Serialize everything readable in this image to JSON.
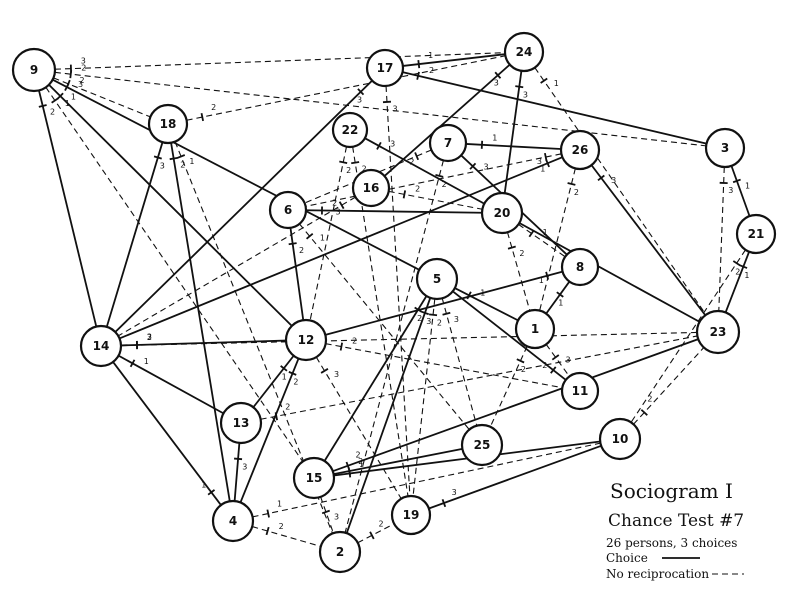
{
  "legend": {
    "title": "Sociogram I",
    "subtitle": "Chance Test #7",
    "line1": "26 persons, 3 choices",
    "line2": "Choice",
    "line3": "No reciprocation"
  },
  "nodes": [
    "1",
    "2",
    "3",
    "4",
    "5",
    "6",
    "7",
    "8",
    "9",
    "10",
    "11",
    "12",
    "13",
    "14",
    "15",
    "16",
    "17",
    "18",
    "19",
    "20",
    "21",
    "22",
    "23",
    "24",
    "25",
    "26"
  ],
  "edges": [
    {
      "from": "9",
      "to": "24",
      "style": "dashed",
      "label": "3"
    },
    {
      "from": "9",
      "to": "18",
      "style": "dashed",
      "label": "2"
    },
    {
      "from": "9",
      "to": "14",
      "style": "solid",
      "label": "2"
    },
    {
      "from": "9",
      "to": "12",
      "style": "solid",
      "label": "1"
    },
    {
      "from": "9",
      "to": "5",
      "style": "solid",
      "label": "3"
    },
    {
      "from": "9",
      "to": "15",
      "style": "dashed",
      "label": "1"
    },
    {
      "from": "9",
      "to": "3",
      "style": "dashed",
      "label": "2"
    },
    {
      "from": "18",
      "to": "24",
      "style": "dashed",
      "label": "2"
    },
    {
      "from": "18",
      "to": "14",
      "style": "solid",
      "label": "3"
    },
    {
      "from": "18",
      "to": "4",
      "style": "solid",
      "label": "2"
    },
    {
      "from": "18",
      "to": "2",
      "style": "dashed",
      "label": "1"
    },
    {
      "from": "17",
      "to": "24",
      "style": "solid",
      "label": "1"
    },
    {
      "from": "17",
      "to": "3",
      "style": "solid",
      "label": "2"
    },
    {
      "from": "17",
      "to": "14",
      "style": "solid",
      "label": "3"
    },
    {
      "from": "17",
      "to": "19",
      "style": "dashed",
      "label": "3"
    },
    {
      "from": "24",
      "to": "16",
      "style": "solid",
      "label": "3"
    },
    {
      "from": "24",
      "to": "20",
      "style": "solid",
      "label": "3"
    },
    {
      "from": "24",
      "to": "23",
      "style": "dashed",
      "label": "1"
    },
    {
      "from": "22",
      "to": "12",
      "style": "dashed",
      "label": "2"
    },
    {
      "from": "22",
      "to": "23",
      "style": "solid",
      "label": "3"
    },
    {
      "from": "22",
      "to": "19",
      "style": "dashed",
      "label": "2"
    },
    {
      "from": "7",
      "to": "26",
      "style": "solid",
      "label": "1"
    },
    {
      "from": "7",
      "to": "8",
      "style": "solid",
      "label": "3"
    },
    {
      "from": "7",
      "to": "2",
      "style": "dashed",
      "label": "2"
    },
    {
      "from": "7",
      "to": "6",
      "style": "dashed",
      "label": "2"
    },
    {
      "from": "26",
      "to": "23",
      "style": "solid",
      "label": "3"
    },
    {
      "from": "26",
      "to": "14",
      "style": "solid",
      "label": "1"
    },
    {
      "from": "26",
      "to": "1",
      "style": "dashed",
      "label": "2"
    },
    {
      "from": "26",
      "to": "6",
      "style": "dashed",
      "label": "3"
    },
    {
      "from": "3",
      "to": "21",
      "style": "solid",
      "label": "1"
    },
    {
      "from": "3",
      "to": "23",
      "style": "dashed",
      "label": "3"
    },
    {
      "from": "21",
      "to": "23",
      "style": "solid",
      "label": "1"
    },
    {
      "from": "21",
      "to": "10",
      "style": "dashed",
      "label": "2"
    },
    {
      "from": "16",
      "to": "20",
      "style": "dashed",
      "label": "2"
    },
    {
      "from": "16",
      "to": "14",
      "style": "dashed",
      "label": "3"
    },
    {
      "from": "6",
      "to": "20",
      "style": "solid",
      "label": "2"
    },
    {
      "from": "6",
      "to": "12",
      "style": "solid",
      "label": "2"
    },
    {
      "from": "6",
      "to": "25",
      "style": "dashed",
      "label": "1"
    },
    {
      "from": "20",
      "to": "8",
      "style": "dashed",
      "label": "1"
    },
    {
      "from": "20",
      "to": "1",
      "style": "dashed",
      "label": "2"
    },
    {
      "from": "5",
      "to": "15",
      "style": "solid",
      "label": "2"
    },
    {
      "from": "5",
      "to": "2",
      "style": "solid",
      "label": "3"
    },
    {
      "from": "5",
      "to": "1",
      "style": "solid",
      "label": "1"
    },
    {
      "from": "5",
      "to": "25",
      "style": "dashed",
      "label": "3"
    },
    {
      "from": "5",
      "to": "19",
      "style": "dashed",
      "label": "2"
    },
    {
      "from": "8",
      "to": "12",
      "style": "solid",
      "label": "1"
    },
    {
      "from": "8",
      "to": "1",
      "style": "solid",
      "label": "1"
    },
    {
      "from": "1",
      "to": "11",
      "style": "dashed",
      "label": "3"
    },
    {
      "from": "1",
      "to": "25",
      "style": "dashed",
      "label": "2"
    },
    {
      "from": "14",
      "to": "12",
      "style": "solid",
      "label": "3"
    },
    {
      "from": "14",
      "to": "13",
      "style": "solid",
      "label": "1"
    },
    {
      "from": "14",
      "to": "23",
      "style": "dashed",
      "label": "2"
    },
    {
      "from": "12",
      "to": "13",
      "style": "solid",
      "label": "1"
    },
    {
      "from": "12",
      "to": "4",
      "style": "solid",
      "label": "2"
    },
    {
      "from": "12",
      "to": "11",
      "style": "dashed",
      "label": "2"
    },
    {
      "from": "12",
      "to": "19",
      "style": "dashed",
      "label": "3"
    },
    {
      "from": "13",
      "to": "4",
      "style": "solid",
      "label": "3"
    },
    {
      "from": "13",
      "to": "23",
      "style": "dashed",
      "label": "2"
    },
    {
      "from": "15",
      "to": "25",
      "style": "solid",
      "label": "2"
    },
    {
      "from": "15",
      "to": "10",
      "style": "solid",
      "label": "1"
    },
    {
      "from": "15",
      "to": "23",
      "style": "solid",
      "label": "2"
    },
    {
      "from": "15",
      "to": "2",
      "style": "dashed",
      "label": "3"
    },
    {
      "from": "4",
      "to": "10",
      "style": "dashed",
      "label": "1"
    },
    {
      "from": "4",
      "to": "2",
      "style": "dashed",
      "label": "2"
    },
    {
      "from": "4",
      "to": "14",
      "style": "solid",
      "label": "1"
    },
    {
      "from": "2",
      "to": "19",
      "style": "dashed",
      "label": "2"
    },
    {
      "from": "19",
      "to": "10",
      "style": "solid",
      "label": "3"
    },
    {
      "from": "10",
      "to": "23",
      "style": "dashed",
      "label": "2"
    },
    {
      "from": "11",
      "to": "5",
      "style": "solid",
      "label": "2"
    }
  ]
}
